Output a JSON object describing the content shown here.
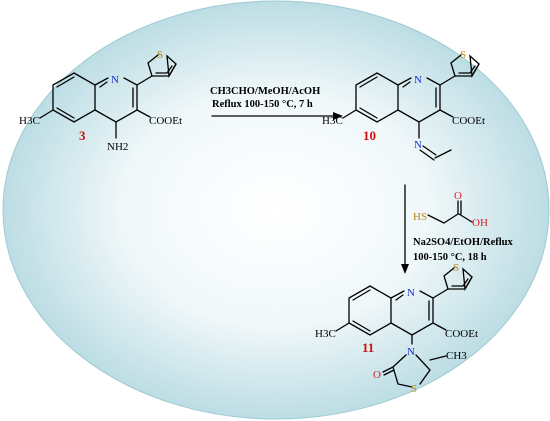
{
  "background": {
    "ellipse_gradient": [
      "#ffffff",
      "#bcdde4"
    ],
    "label_color": "#d01010"
  },
  "compound_3": {
    "number": "3",
    "substituents": {
      "methyl": "H3C",
      "ester": "COOEt",
      "amino": "NH2",
      "ring_N": "N",
      "thiophene_S": "S"
    }
  },
  "step_1": {
    "conditions_line1": "CH3CHO/MeOH/AcOH",
    "conditions_line2": "Reflux 100-150 °C, 7 h"
  },
  "compound_10": {
    "number": "10",
    "substituents": {
      "methyl": "H3C",
      "ester": "COOEt",
      "imine_N": "N",
      "ring_N": "N",
      "thiophene_S": "S"
    }
  },
  "step_2": {
    "reagent_HS": "HS",
    "reagent_O": "O",
    "reagent_OH": "OH",
    "conditions_line1": "Na2SO4/EtOH/Reflux",
    "conditions_line2": "100-150 °C, 18 h"
  },
  "compound_11": {
    "number": "11",
    "substituents": {
      "methyl": "H3C",
      "ester": "COOEt",
      "ring_N": "N",
      "thiophene_S": "S",
      "thiazolidinone_N": "N",
      "thiazolidinone_S": "S",
      "carbonyl_O": "O",
      "ring_methyl": "CH3"
    }
  }
}
